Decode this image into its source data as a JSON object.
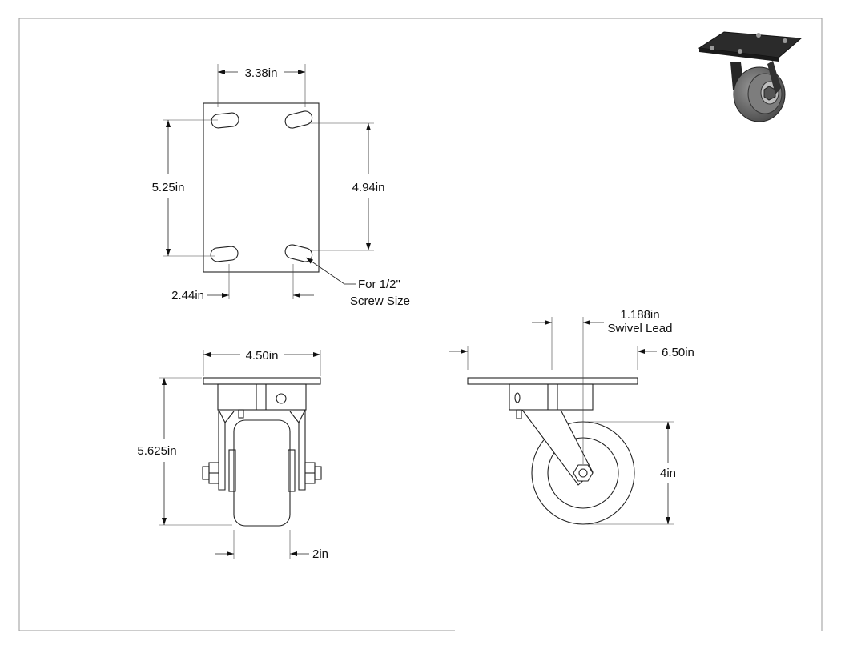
{
  "dimensions": {
    "bolt_spacing_width": "3.38in",
    "plate_length": "5.25in",
    "bolt_spacing_length": "4.94in",
    "bolt_offset": "2.44in",
    "screw_note_line1": "For 1/2\"",
    "screw_note_line2": "Screw Size",
    "plate_width": "4.50in",
    "overall_height": "5.625in",
    "wheel_width": "2in",
    "swivel_lead_value": "1.188in",
    "swivel_lead_label": "Swivel Lead",
    "swivel_radius": "6.50in",
    "wheel_diameter": "4in"
  },
  "colors": {
    "line": "#222222",
    "frame": "#9a9a9a",
    "render_dark": "#2b2b2b",
    "render_wheel": "#6e6e6e"
  },
  "icons": [
    "dimension-arrow",
    "caster-render"
  ]
}
